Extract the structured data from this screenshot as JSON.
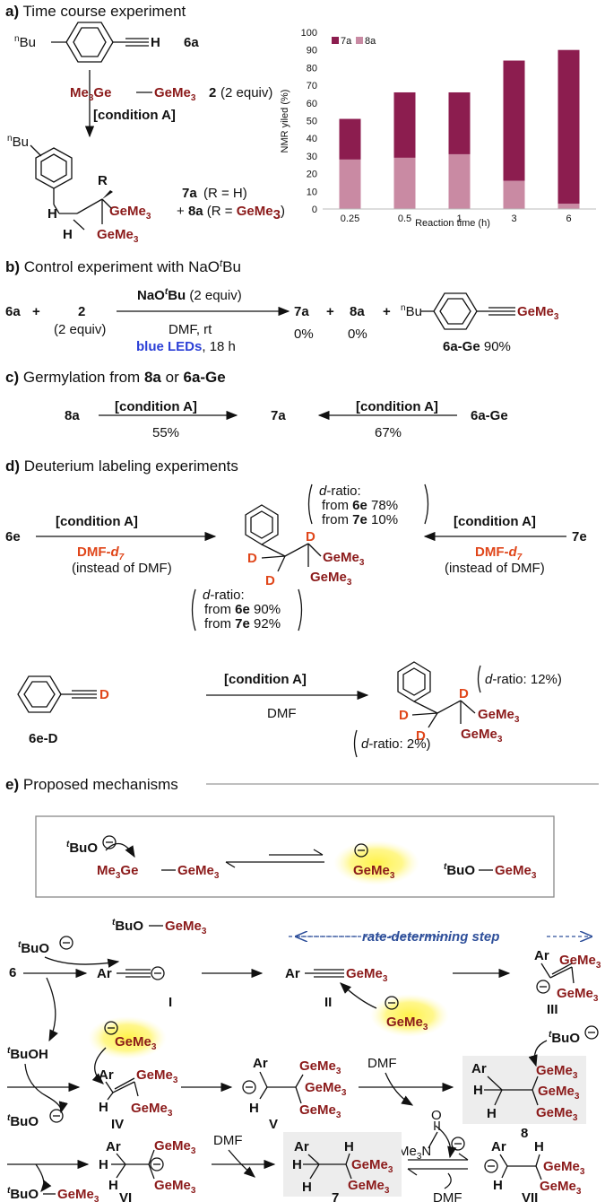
{
  "sections": {
    "a": {
      "letter": "a)",
      "title": "Time course experiment"
    },
    "b": {
      "letter": "b)",
      "title": "Control experiment with NaO",
      "title_sup": "t",
      "title_end": "Bu"
    },
    "c": {
      "letter": "c)",
      "title": "Germylation from",
      "bold1": "8a",
      "or": "or",
      "bold2": "6a-Ge"
    },
    "d": {
      "letter": "d)",
      "title": "Deuterium labeling experiments"
    },
    "e": {
      "letter": "e)",
      "title": "Proposed mechanisms"
    }
  },
  "labels": {
    "sup_n": "n",
    "bu": "Bu",
    "H": "H",
    "R": "R",
    "D": "D",
    "Ar": "Ar",
    "sup_t": "t",
    "6a": "6a",
    "2": "2",
    "2equiv": "(2 equiv)",
    "condA": "[condition A]",
    "me3ge": "Me",
    "ge3": "3",
    "ge": "Ge",
    "gemid": "GeMe",
    "sub3": "3",
    "7a": "7a",
    "8a": "8a",
    "plus": "+",
    "R_eq_H": "(R = H)",
    "R_eq": "(R = ",
    "R_close": ")",
    "naotbu_a": "NaO",
    "naotbu_b": "Bu",
    "naotbu_c": " (2 equiv)",
    "dmf_rt": "DMF, rt",
    "blue_leds": "blue LEDs",
    "blue_time": ", 18 h",
    "zero": "0%",
    "6aGe": "6a-Ge",
    "pct90": "90%",
    "pct55": "55%",
    "pct67": "67%",
    "6e": "6e",
    "7e": "7e",
    "dmf_d7": "DMF-",
    "d7": "d",
    "d7sub": "7",
    "instead": "(instead of DMF)",
    "dratio": "d",
    "dratio_rest": "-ratio:",
    "from": "from",
    "pct78": "78%",
    "pct10": "10%",
    "pct92": "92%",
    "6eD": "6e-D",
    "DMF": "DMF",
    "dr12": "-ratio: 12%)",
    "dr2": "-ratio: 2%)",
    "buO": "BuO",
    "buOH": "BuOH",
    "6": "6",
    "I": "I",
    "II": "II",
    "III": "III",
    "IV": "IV",
    "V": "V",
    "VI": "VI",
    "VII": "VII",
    "7": "7",
    "8": "8",
    "me2n": "Me",
    "n": "N",
    "o": "O",
    "rds": "rate-determining step"
  },
  "chart_data": {
    "type": "bar",
    "stacked": true,
    "categories": [
      "0.25",
      "0.5",
      "1",
      "3",
      "6"
    ],
    "series": [
      {
        "name": "8a",
        "values": [
          28,
          29,
          31,
          16,
          3
        ],
        "color": "#c98aa3"
      },
      {
        "name": "7a",
        "values": [
          23,
          37,
          35,
          68,
          87
        ],
        "color": "#8c1d4f"
      }
    ],
    "totals": [
      51,
      66,
      66,
      84,
      90
    ],
    "xlabel": "Reaction time (h)",
    "ylabel": "NMR yiled (%)",
    "ylim": [
      0,
      100
    ],
    "yticks": [
      "0",
      "10",
      "20",
      "30",
      "40",
      "50",
      "60",
      "70",
      "80",
      "90",
      "100"
    ],
    "legend": "top-left",
    "grid": false
  }
}
